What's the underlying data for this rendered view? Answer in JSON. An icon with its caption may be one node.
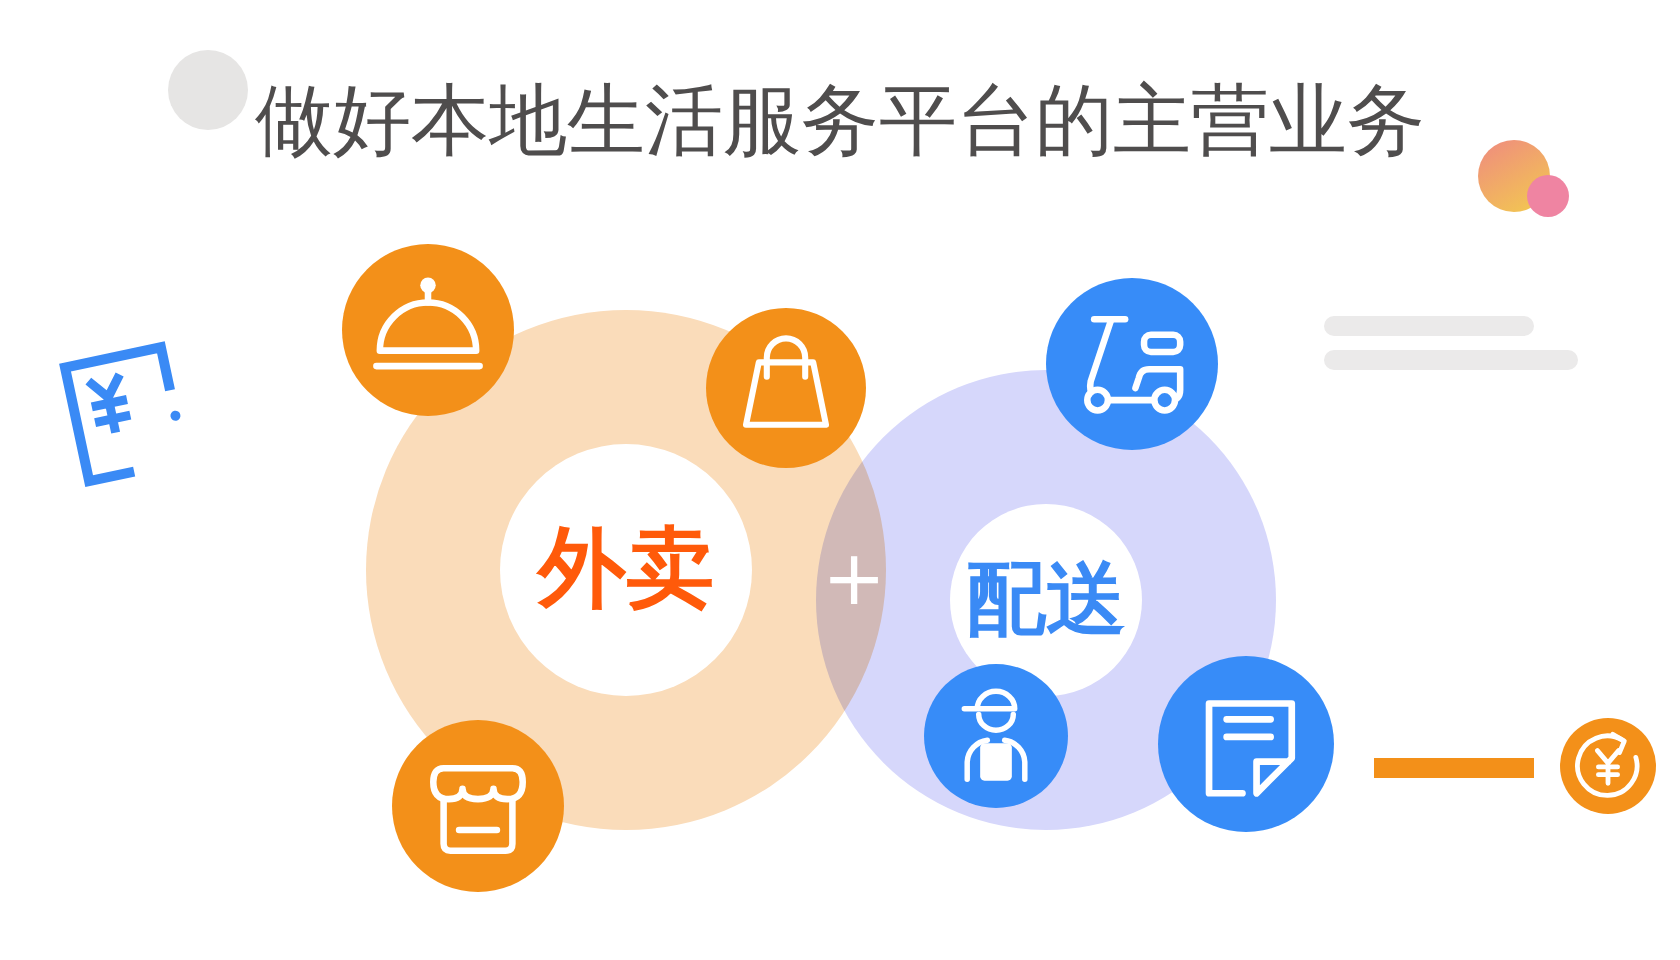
{
  "diagram": {
    "title": "做好本地生活服务平台的主营业务",
    "nodes": [
      {
        "text": [
          "外卖"
        ]
      },
      {
        "text": [
          "配送"
        ]
      }
    ],
    "labels": [
      "+"
    ]
  }
}
